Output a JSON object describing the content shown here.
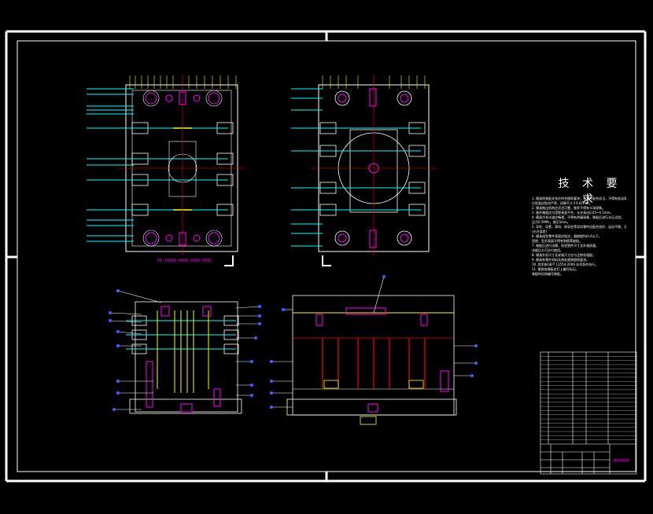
{
  "drawing": {
    "title_block_caption": "模具装配图",
    "tech_requirements_title": "技 术 要 求",
    "tech_requirements_lines": [
      "1. 模具的装配关系应符合图样要求，各零件配合适当，不得有松动现象。",
      "   分型面应贴合严密，间隙不大于0.02mm。",
      "2. 模具推出机构应灵活可靠，推杆不得有卡滞现象。",
      "3. 推杆端面应与型腔表面平齐，允许高出0.05~0.1mm。",
      "4. 模具冷却水道应畅通，不得有渗漏现象，装配后进行水压试验。",
      "   压力0.5MPa，保压5min。",
      "5. 导柱、导套、滑块、斜导柱等导向零件应配合良好，运动平稳，无卡死。",
      "   (允许误差)",
      "6. 模具成型零件表面应抛光，粗糙度Ra0.4以下。",
      "   型腔、型芯表面不得有划痕等缺陷。",
      "7. 装配后进行试模，检验塑件尺寸及外观质量。",
      "   合格后方可交付使用。",
      "8. 模具外形尺寸及安装尺寸应与注射机相配。",
      "9. 模具各零件材料及热处理按图纸要求。",
      "10. 其余按GB/T 12554-2006 技术条件执行。",
      "11. 模具各模板应打上编号标记。",
      "    装配时应按编号装配。"
    ],
    "bottom_label_text": "01-10001-A000-2000-0001",
    "colors": {
      "frame": "#ffffff",
      "cyan": "#00ffff",
      "yellow": "#ffff00",
      "red": "#ff0000",
      "magenta": "#ff00ff",
      "green": "#00ff00",
      "blue": "#4060ff",
      "white": "#ffffff"
    }
  }
}
